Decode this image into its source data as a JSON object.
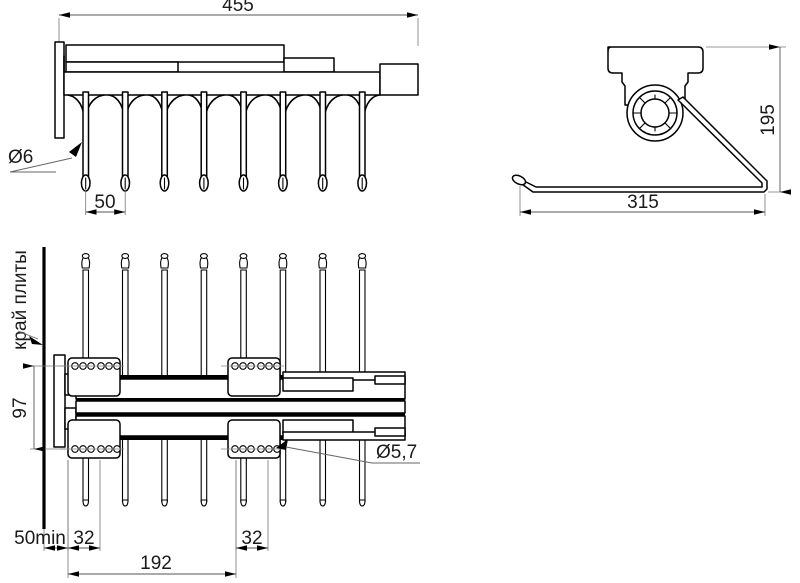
{
  "document": {
    "type": "technical-drawing",
    "title": "Dish rack / hanging rail assembly dimensioned drawing",
    "units": "mm",
    "line_color": "#000000",
    "dimension_color": "#555555",
    "background": "#ffffff"
  },
  "views": {
    "front": {
      "name": "front-elevation-view",
      "rod_count": 8,
      "description": "Front elevation showing 8 hanging rods under a horizontal rail"
    },
    "side": {
      "name": "side-section-view",
      "description": "Side section showing the mounting bracket, hub ring and bent wire profile"
    },
    "plan": {
      "name": "plan-view",
      "rod_count": 8,
      "bracket_count": 4,
      "holes_per_bracket": 6,
      "description": "Top plan view with two mounting plate pairs and rail slides"
    }
  },
  "dimensions": {
    "overall_length": "455",
    "rod_pitch": "50",
    "rod_diameter": "Ø6",
    "side_height": "195",
    "side_depth": "315",
    "plate_width": "97",
    "hole_diameter": "Ø5,7",
    "edge_clearance": "50min",
    "bracket_offset_left": "32",
    "bracket_offset_right": "32",
    "bracket_spacing": "192"
  },
  "annotations": {
    "slab_edge": "край плиты"
  }
}
